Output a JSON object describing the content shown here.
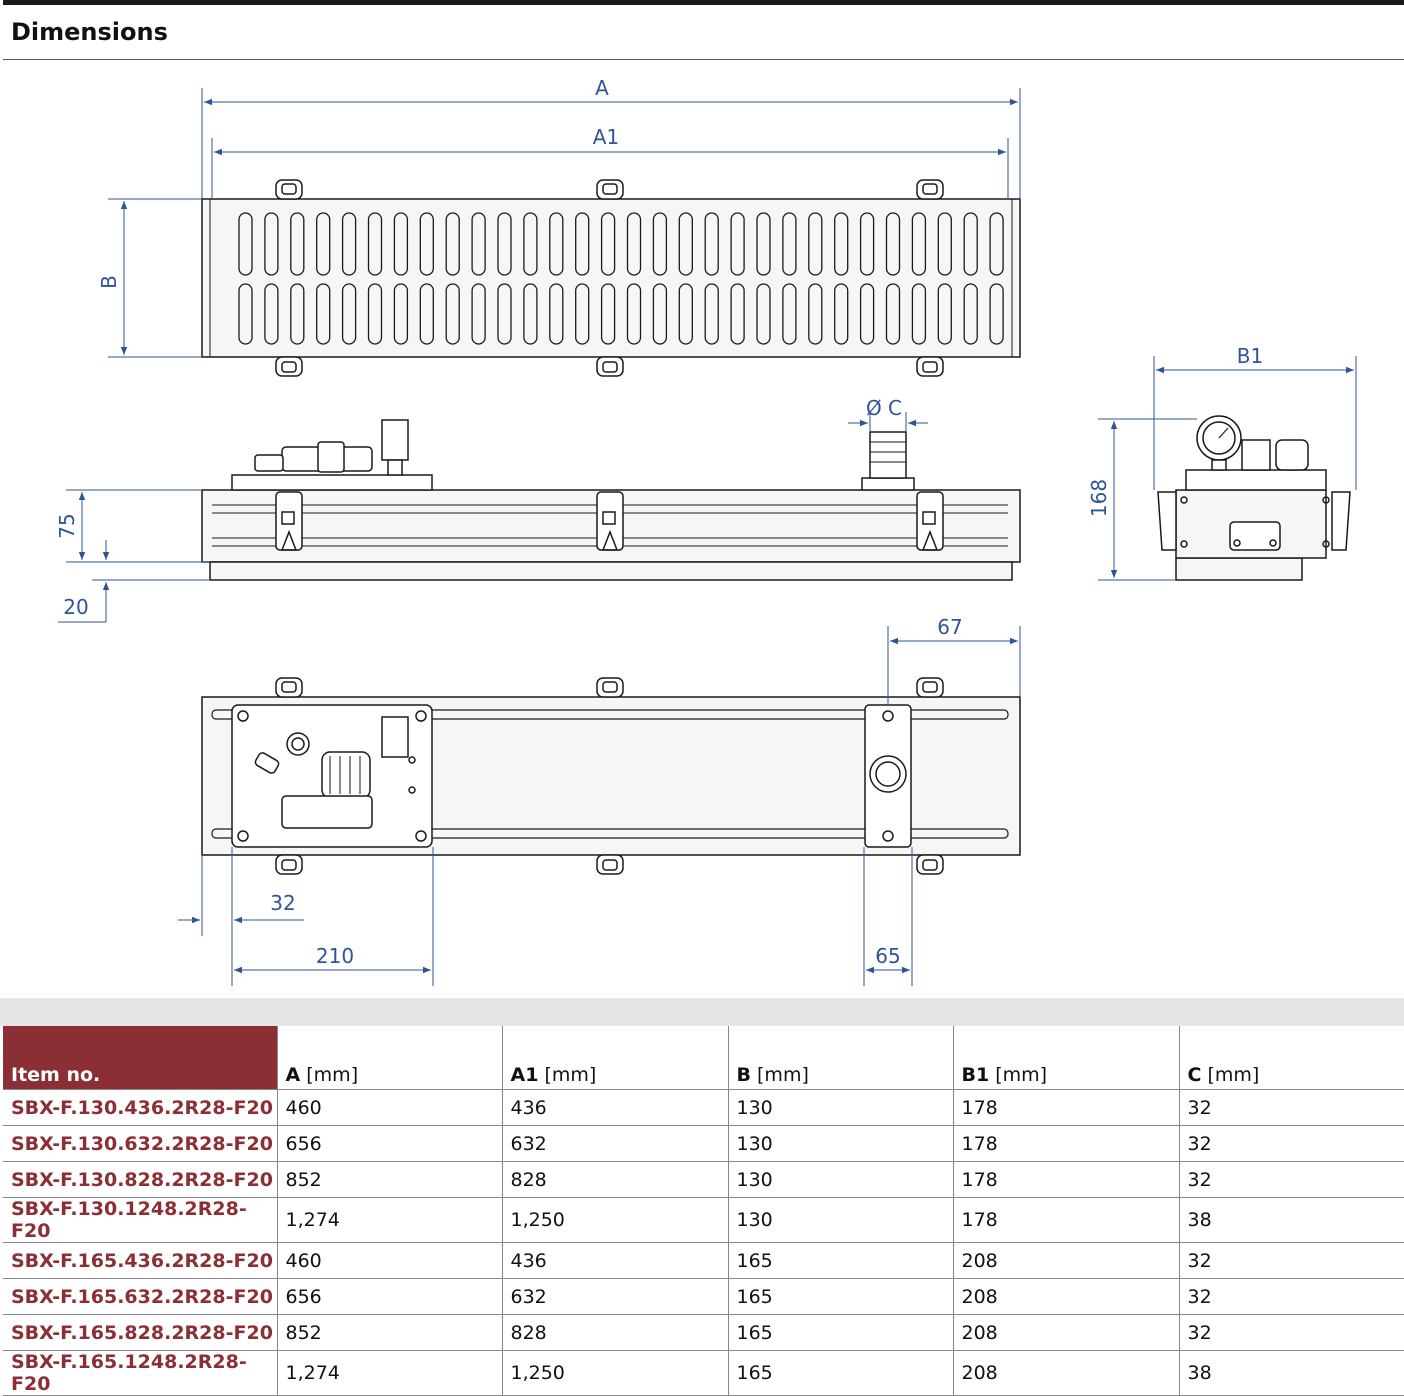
{
  "section_title": "Dimensions",
  "drawing": {
    "labels": {
      "A": "A",
      "A1": "A1",
      "B": "B",
      "B1": "B1",
      "C": "Ø C",
      "d168": "168",
      "d75": "75",
      "d20": "20",
      "d67": "67",
      "d32": "32",
      "d210": "210",
      "d65": "65"
    },
    "colors": {
      "dimension": "#2f5597",
      "line": "#1a1a1a",
      "fill": "#f4f4f4"
    }
  },
  "table": {
    "headers": [
      {
        "bold": "Item no.",
        "unit": ""
      },
      {
        "bold": "A",
        "unit": " [mm]"
      },
      {
        "bold": "A1",
        "unit": " [mm]"
      },
      {
        "bold": "B",
        "unit": " [mm]"
      },
      {
        "bold": "B1",
        "unit": " [mm]"
      },
      {
        "bold": "C",
        "unit": " [mm]"
      }
    ],
    "rows": [
      [
        "SBX-F.130.436.2R28-F20",
        "460",
        "436",
        "130",
        "178",
        "32"
      ],
      [
        "SBX-F.130.632.2R28-F20",
        "656",
        "632",
        "130",
        "178",
        "32"
      ],
      [
        "SBX-F.130.828.2R28-F20",
        "852",
        "828",
        "130",
        "178",
        "32"
      ],
      [
        "SBX-F.130.1248.2R28-F20",
        "1,274",
        "1,250",
        "130",
        "178",
        "38"
      ],
      [
        "SBX-F.165.436.2R28-F20",
        "460",
        "436",
        "165",
        "208",
        "32"
      ],
      [
        "SBX-F.165.632.2R28-F20",
        "656",
        "632",
        "165",
        "208",
        "32"
      ],
      [
        "SBX-F.165.828.2R28-F20",
        "852",
        "828",
        "165",
        "208",
        "32"
      ],
      [
        "SBX-F.165.1248.2R28-F20",
        "1,274",
        "1,250",
        "165",
        "208",
        "38"
      ]
    ],
    "colors": {
      "item_header_bg": "#8b2f34",
      "item_text": "#8b2f34"
    }
  }
}
